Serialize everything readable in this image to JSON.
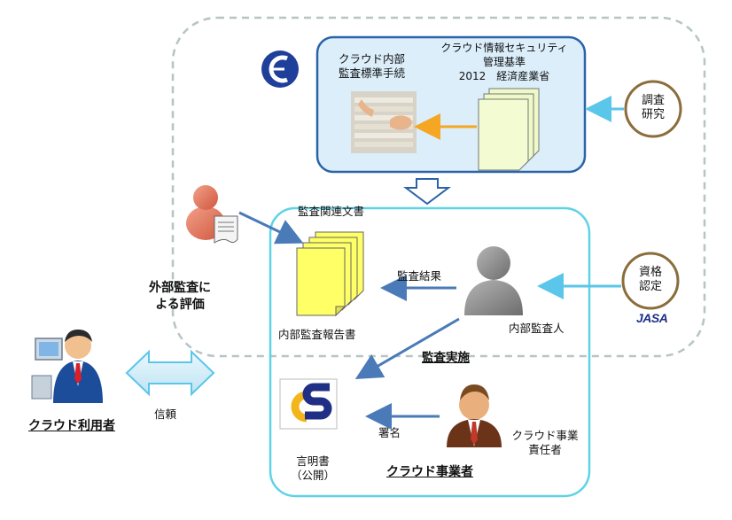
{
  "standards_box": {
    "procedure_label": "クラウド内部\n監査標準手続",
    "standard_label": "クラウド情報セキュリティ\n管理基準\n2012　経済産業省"
  },
  "research_badge": "調査\n研究",
  "certification_badge": "資格\n認定",
  "jasa_logo_text": "JASA",
  "audit_docs_label": "監査関連文書",
  "audit_result_label": "監査結果",
  "internal_report_label": "内部監査報告書",
  "internal_auditor_label": "内部監査人",
  "audit_implementation_label": "監査実施",
  "external_evaluation_label": "外部監査に\nよる評価",
  "cloud_user_label": "クラウド利用者",
  "trust_label": "信頼",
  "signature_label": "署名",
  "business_manager_label": "クラウド事業\n責任者",
  "statement_label": "言明書\n（公開）",
  "cloud_provider_label": "クラウド事業者",
  "colors": {
    "dashed_border": "#b7c4c4",
    "blue_box_border": "#2a63a8",
    "blue_box_fill": "#dbeefa",
    "cyan_border": "#5fd3e6",
    "arrow_blue": "#4a7ab8",
    "arrow_light": "#5ac6ea",
    "arrow_orange": "#f5a623",
    "badge_border": "#8a6d3b",
    "doc_yellow": "#ffff66"
  }
}
